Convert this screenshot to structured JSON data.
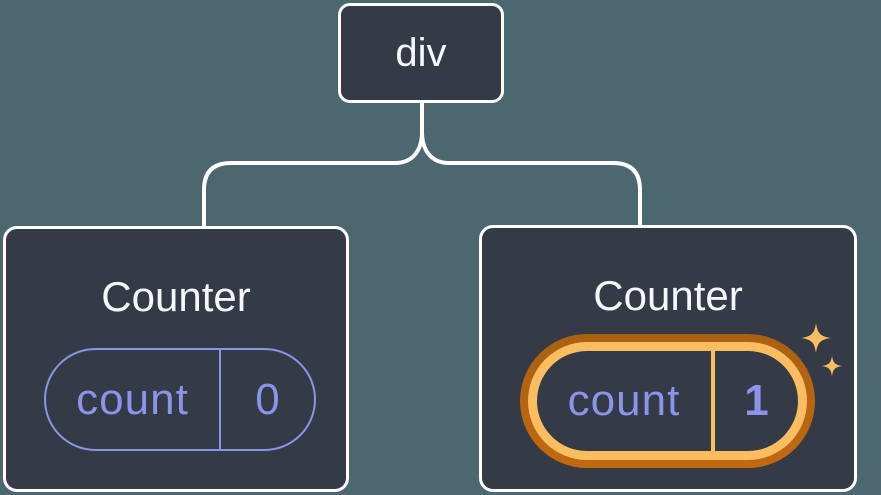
{
  "diagram": {
    "root": {
      "label": "div"
    },
    "children": [
      {
        "title": "Counter",
        "state_key": "count",
        "state_value": "0",
        "highlighted": false
      },
      {
        "title": "Counter",
        "state_key": "count",
        "state_value": "1",
        "highlighted": true
      }
    ]
  },
  "icons": {
    "sparkles": "four-point-stars"
  },
  "colors": {
    "background": "#4D6771",
    "card_fill": "#343A46",
    "card_border": "#FFFFFF",
    "connector": "#FFFFFF",
    "state_purple": "#8B93EB",
    "highlight_orange_dark": "#C2690F",
    "highlight_orange_darker": "#A96112",
    "highlight_orange_light": "#FABD62",
    "title_text": "#F5F7FA"
  }
}
